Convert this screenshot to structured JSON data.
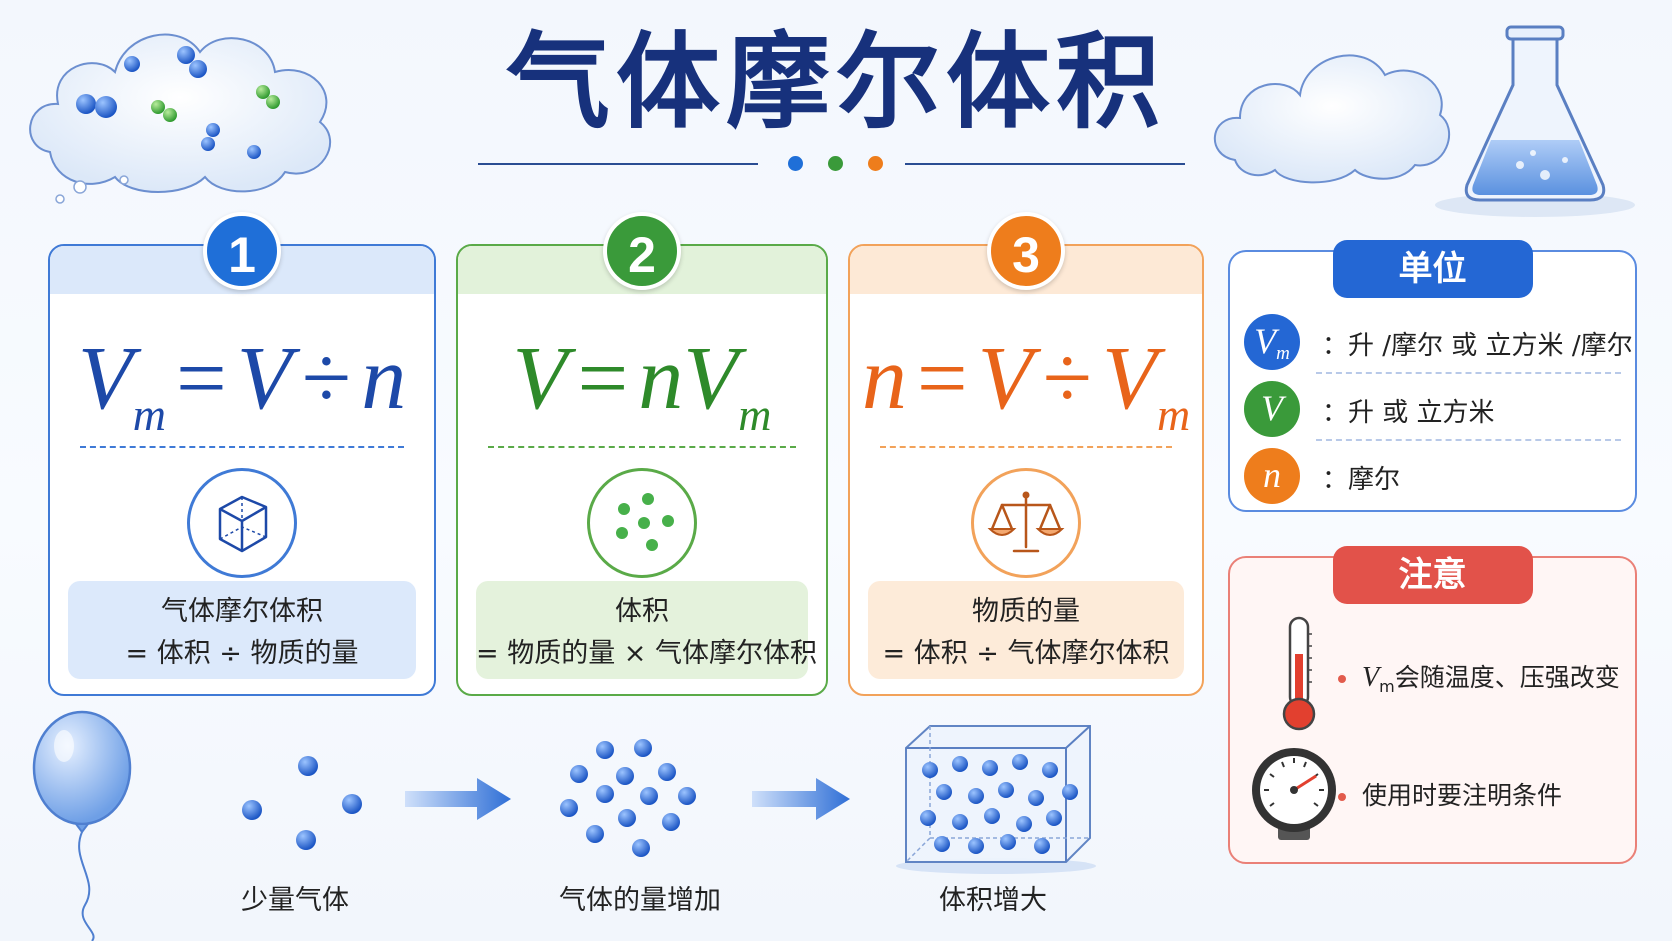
{
  "title": "气体摩尔体积",
  "colors": {
    "blue": "#1f6fd8",
    "green": "#3a9a3a",
    "orange": "#ee7d1c",
    "red": "#e25b4c",
    "navy": "#17317c"
  },
  "cards": [
    {
      "number": "1",
      "formula": {
        "lhs_symbol": "V",
        "lhs_sub": "m",
        "eq": "=",
        "t1": "V",
        "op": "÷",
        "t2": "n",
        "t2_sub": ""
      },
      "icon": "cube-icon",
      "desc_line1": "气体摩尔体积",
      "desc_line2": "= 体积 ÷ 物质的量"
    },
    {
      "number": "2",
      "formula": {
        "lhs_symbol": "V",
        "eq": "=",
        "t1": "nV",
        "t1_sub": "m"
      },
      "icon": "molecules-icon",
      "desc_line1": "体积",
      "desc_line2": "= 物质的量 × 气体摩尔体积"
    },
    {
      "number": "3",
      "formula": {
        "lhs_symbol": "n",
        "eq": "=",
        "t1": "V",
        "op": "÷",
        "t2": "V",
        "t2_sub": "m"
      },
      "icon": "balance-scale-icon",
      "desc_line1": "物质的量",
      "desc_line2": "= 体积 ÷ 气体摩尔体积"
    }
  ],
  "units": {
    "heading": "单位",
    "rows": [
      {
        "symbol": "V",
        "sub": "m",
        "text": "：升 /摩尔  或  立方米 /摩尔"
      },
      {
        "symbol": "V",
        "sub": "",
        "text": "：升  或  立方米"
      },
      {
        "symbol": "n",
        "sub": "",
        "text": "：摩尔"
      }
    ]
  },
  "notes": {
    "heading": "注意",
    "items": [
      {
        "symbol": "V",
        "sub": "m",
        "text": "会随温度、压强改变",
        "icon": "thermometer-icon"
      },
      {
        "symbol": "",
        "sub": "",
        "text": "使用时要注明条件",
        "icon": "pressure-gauge-icon"
      }
    ]
  },
  "illustration": {
    "captions": [
      "少量气体",
      "气体的量增加",
      "体积增大"
    ]
  }
}
